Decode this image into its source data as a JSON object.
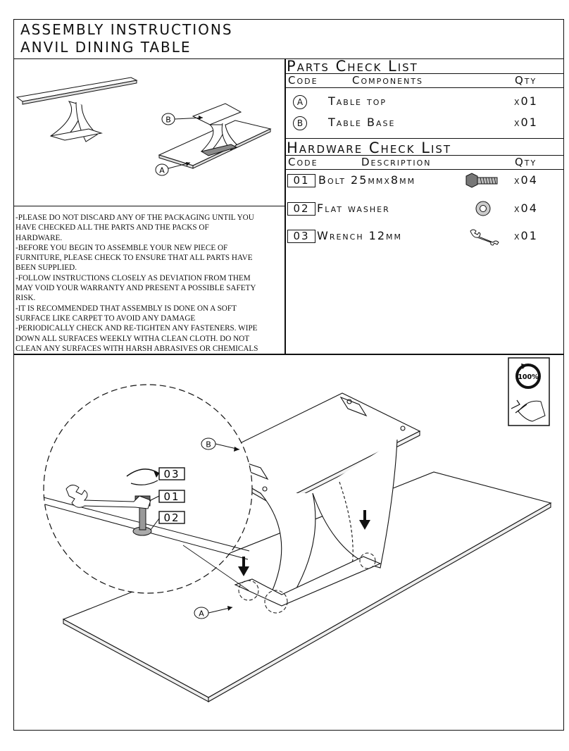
{
  "title": {
    "line1": "ASSEMBLY INSTRUCTIONS",
    "line2": "ANVIL DINING TABLE"
  },
  "parts": {
    "heading": "Parts Check List",
    "columns": {
      "code": "Code",
      "components": "Components",
      "qty": "Qty"
    },
    "items": [
      {
        "code": "A",
        "name": "Table top",
        "qty": "x01"
      },
      {
        "code": "B",
        "name": "Table Base",
        "qty": "x01"
      }
    ]
  },
  "hardware": {
    "heading": "Hardware Check List",
    "columns": {
      "code": "Code",
      "description": "Description",
      "qty": "Qty"
    },
    "items": [
      {
        "code": "01",
        "name": "Bolt 25mmx8mm",
        "qty": "x04",
        "icon": "bolt-icon"
      },
      {
        "code": "02",
        "name": "Flat washer",
        "qty": "x04",
        "icon": "washer-icon"
      },
      {
        "code": "03",
        "name": "Wrench 12mm",
        "qty": "x01",
        "icon": "wrench-icon"
      }
    ]
  },
  "notes": [
    "-PLEASE DO NOT DISCARD ANY OF THE PACKAGING UNTIL YOU",
    "HAVE CHECKED ALL THE PARTS AND THE PACKS OF",
    "HARDWARE.",
    "-BEFORE YOU BEGIN TO ASSEMBLE YOUR NEW PIECE OF",
    "FURNITURE, PLEASE CHECK TO ENSURE THAT ALL PARTS HAVE",
    "BEEN SUPPLIED.",
    "-FOLLOW INSTRUCTIONS CLOSELY AS DEVIATION FROM THEM",
    "MAY VOID YOUR WARRANTY AND PRESENT A POSSIBLE SAFETY",
    "RISK.",
    "-IT IS RECOMMENDED THAT ASSEMBLY IS DONE ON A SOFT",
    "SURFACE LIKE CARPET TO AVOID ANY DAMAGE",
    "-PERIODICALLY CHECK AND RE-TIGHTEN ANY FASTENERS. WIPE",
    "DOWN ALL SURFACES WEEKLY WITHA CLEAN CLOTH. DO NOT",
    "CLEAN ANY SURFACES WITH HARSH ABRASIVES OR CHEMICALS"
  ],
  "overview_labels": {
    "a": "A",
    "b": "B"
  },
  "diagram": {
    "badge": "100%",
    "label_a": "A",
    "label_b": "B",
    "callout_03": "03",
    "callout_01": "01",
    "callout_02": "02"
  }
}
